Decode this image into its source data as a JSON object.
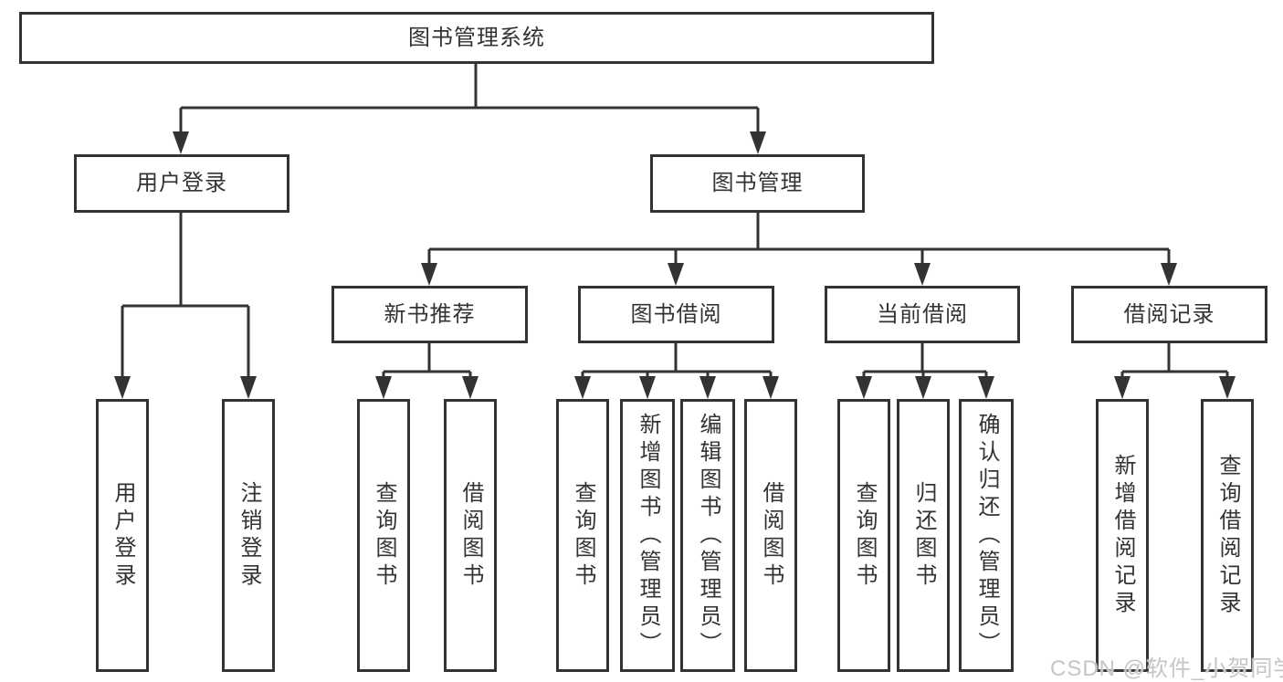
{
  "diagram": {
    "root": {
      "label": "图书管理系统"
    },
    "level2": [
      {
        "label": "用户登录",
        "children": [
          {
            "label": "用户登录"
          },
          {
            "label": "注销登录"
          }
        ]
      },
      {
        "label": "图书管理",
        "children": [
          {
            "label": "新书推荐",
            "children": [
              {
                "label": "查询图书"
              },
              {
                "label": "借阅图书"
              }
            ]
          },
          {
            "label": "图书借阅",
            "children": [
              {
                "label": "查询图书"
              },
              {
                "label": "新增图书（管理员）"
              },
              {
                "label": "编辑图书（管理员）"
              },
              {
                "label": "借阅图书"
              }
            ]
          },
          {
            "label": "当前借阅",
            "children": [
              {
                "label": "查询图书"
              },
              {
                "label": "归还图书"
              },
              {
                "label": "确认归还（管理员）"
              }
            ]
          },
          {
            "label": "借阅记录",
            "children": [
              {
                "label": "新增借阅记录"
              },
              {
                "label": "查询借阅记录"
              }
            ]
          }
        ]
      }
    ]
  },
  "watermark": {
    "text": "CSDN @软件_小贺同学"
  },
  "colors": {
    "line": "#333333",
    "text": "#333333",
    "watermark": "#c5c5c5",
    "background": "#ffffff"
  }
}
